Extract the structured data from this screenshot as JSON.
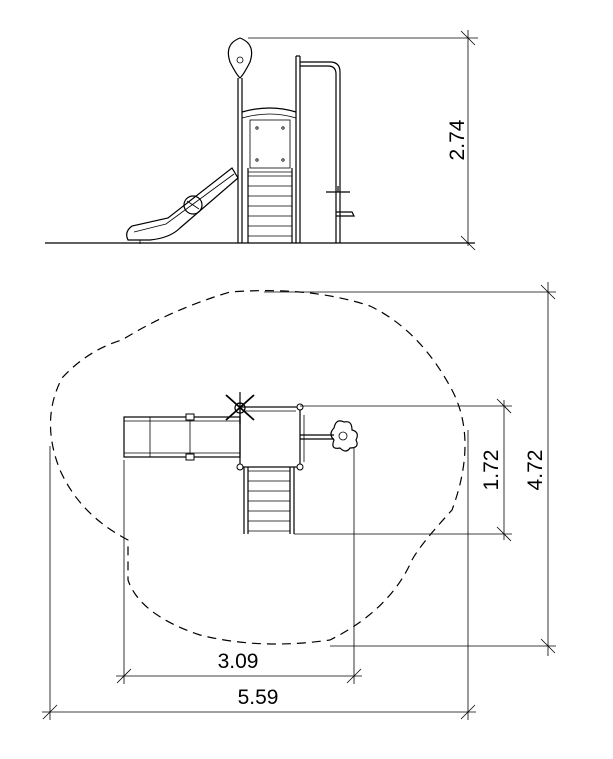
{
  "elevation": {
    "height_label": "2.74"
  },
  "plan": {
    "depth_total_label": "4.72",
    "depth_structure_label": "1.72",
    "width_structure_label": "3.09",
    "width_total_label": "5.59"
  }
}
